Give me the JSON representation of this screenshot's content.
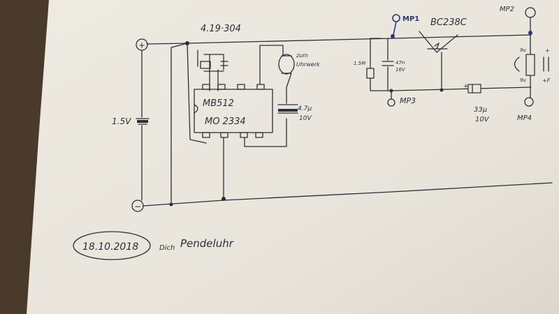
{
  "labels": {
    "chip_code_top": "4.19·304",
    "battery_voltage": "1.5V",
    "plus_sign": "+",
    "minus_sign": "−",
    "ic_line1": "MB512",
    "ic_line2": "MO 2334",
    "motor_label_1": "zum",
    "motor_label_2": "Uhrwerk",
    "cap_value": "4.7µ",
    "cap_voltage": "10V",
    "transistor": "BC238C",
    "mp1": "MP1",
    "mp2": "MP2",
    "mp3": "MP3",
    "mp4": "MP4",
    "res_value": "1.5M",
    "cap2_value": "47n",
    "cap2_voltage": "16V",
    "cap3_value": "33µ",
    "cap3_voltage": "10V",
    "coil_l": "9u",
    "coil_l2": "9u",
    "coil_plus_1": "+",
    "coil_plus_2": "+F",
    "cap3_plus": "+",
    "date": "18.10.2018",
    "note_prefix": "Dich",
    "note": "Pendeluhr"
  },
  "colors": {
    "paper": "#ece8df",
    "ink": "#2b2f3a",
    "blue_ink": "#243a7a",
    "background_wood": "#4a3a2c"
  }
}
